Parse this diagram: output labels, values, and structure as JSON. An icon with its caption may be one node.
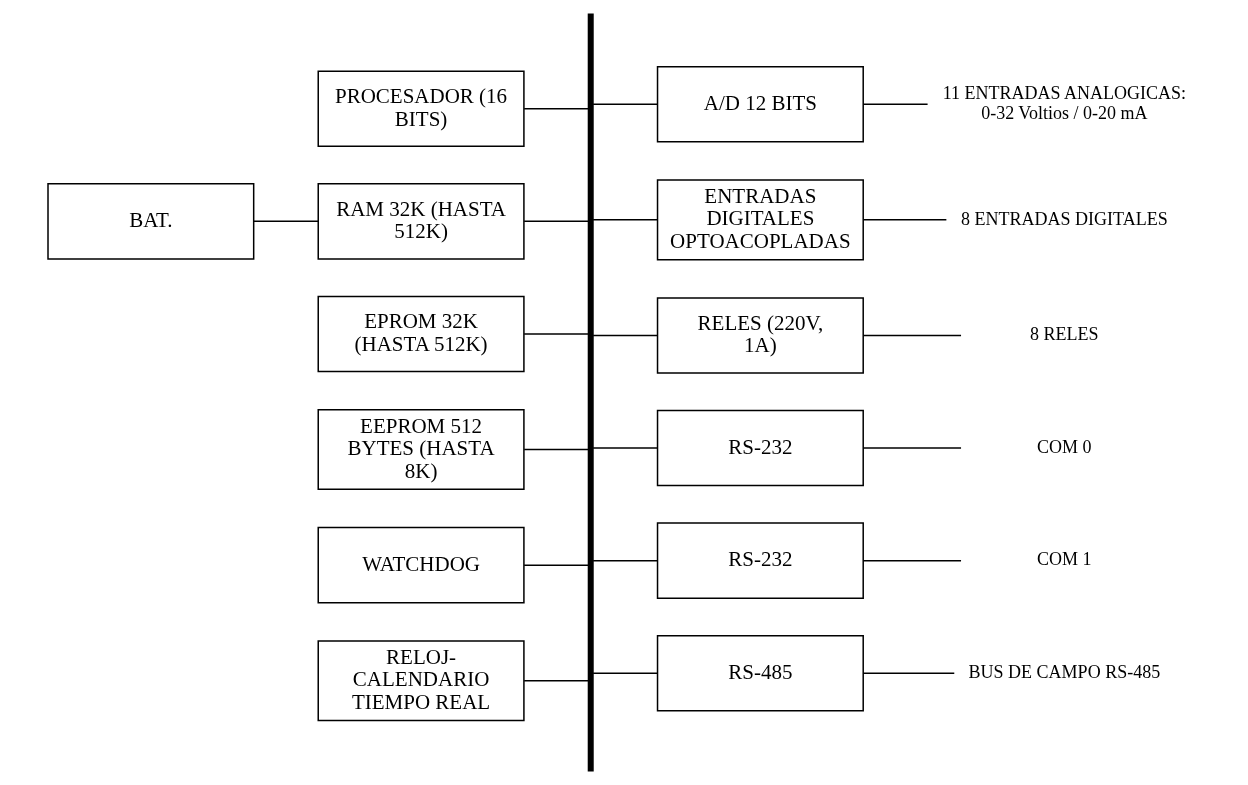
{
  "diagram": {
    "nodes": [
      {
        "text": [
          "PROCESADOR (16 BITS)"
        ]
      },
      {
        "text": [
          "BAT."
        ]
      },
      {
        "text": [
          "RAM 32K (HASTA 512K)"
        ]
      },
      {
        "text": [
          "EPROM 32K (HASTA 512K)"
        ]
      },
      {
        "text": [
          "EEPROM 512 BYTES (HASTA 8K)"
        ]
      },
      {
        "text": [
          "WATCHDOG"
        ]
      },
      {
        "text": [
          "RELOJ- CALENDARIO TIEMPO REAL"
        ]
      },
      {
        "text": [],
        "shape": "bar"
      },
      {
        "text": [
          "A/D 12 BITS"
        ]
      },
      {
        "text": [
          "ENTRADAS DIGITALES OPTOACOPLADAS"
        ]
      },
      {
        "text": [
          "RELES (220V, 1A)"
        ]
      },
      {
        "text": [
          "RS-232"
        ]
      },
      {
        "text": [
          "RS-232"
        ]
      },
      {
        "text": [
          "RS-485"
        ]
      },
      {
        "text": [
          "11 ENTRADAS ANALOGICAS: 0-32 Voltios / 0-20 mA"
        ]
      },
      {
        "text": [
          "8 ENTRADAS DIGITALES"
        ]
      },
      {
        "text": [
          "8 RELES"
        ]
      },
      {
        "text": [
          "COM 0"
        ]
      },
      {
        "text": [
          "COM 1"
        ]
      },
      {
        "text": [
          "BUS DE CAMPO RS-485"
        ]
      }
    ],
    "edges": [
      {
        "from": 1,
        "to": 2,
        "arrow": "none"
      },
      {
        "from": 0,
        "to": 7,
        "arrow": "none"
      },
      {
        "from": 2,
        "to": 7,
        "arrow": "none"
      },
      {
        "from": 3,
        "to": 7,
        "arrow": "none"
      },
      {
        "from": 4,
        "to": 7,
        "arrow": "none"
      },
      {
        "from": 5,
        "to": 7,
        "arrow": "none"
      },
      {
        "from": 6,
        "to": 7,
        "arrow": "none"
      },
      {
        "from": 7,
        "to": 8,
        "arrow": "none"
      },
      {
        "from": 7,
        "to": 9,
        "arrow": "none"
      },
      {
        "from": 7,
        "to": 10,
        "arrow": "none"
      },
      {
        "from": 7,
        "to": 11,
        "arrow": "none"
      },
      {
        "from": 7,
        "to": 12,
        "arrow": "none"
      },
      {
        "from": 7,
        "to": 13,
        "arrow": "none"
      },
      {
        "from": 8,
        "to": 14,
        "arrow": "none"
      },
      {
        "from": 9,
        "to": 15,
        "arrow": "none"
      },
      {
        "from": 10,
        "to": 16,
        "arrow": "none"
      },
      {
        "from": 11,
        "to": 17,
        "arrow": "none"
      },
      {
        "from": 12,
        "to": 18,
        "arrow": "none"
      },
      {
        "from": 13,
        "to": 19,
        "arrow": "none"
      }
    ]
  }
}
